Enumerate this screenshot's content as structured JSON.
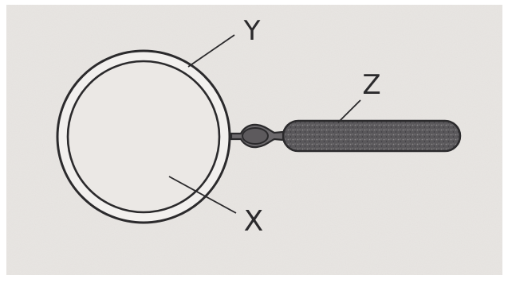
{
  "diagram": {
    "labels": {
      "y": "Y",
      "z": "Z",
      "x": "X"
    },
    "colors": {
      "paper": "#e9e6e3",
      "ink": "#2b2a2c",
      "handle_fill": "#555356",
      "frame_fill": "#f0eeec",
      "lens_fill": "#ebe8e5"
    }
  }
}
